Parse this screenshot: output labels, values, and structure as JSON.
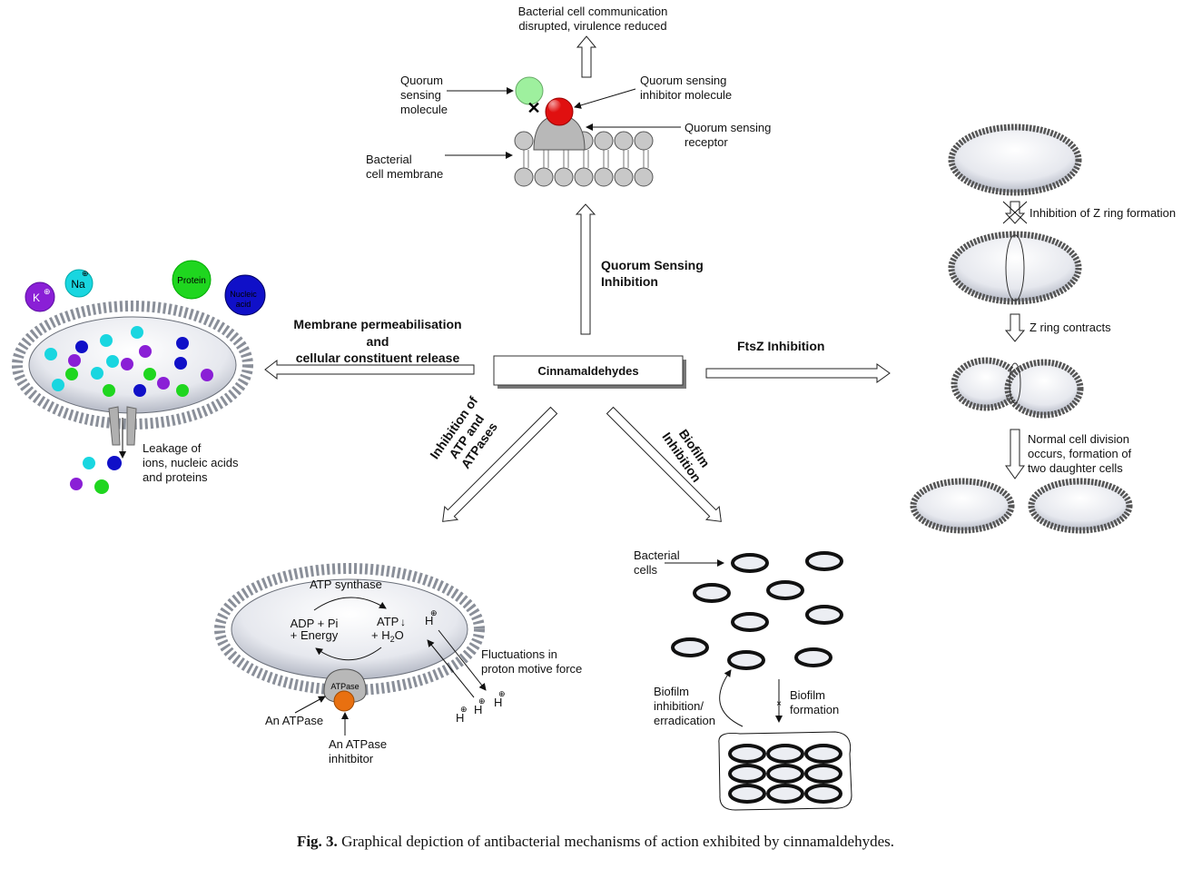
{
  "center": {
    "label": "Cinnamaldehydes"
  },
  "mechanisms": {
    "quorum": {
      "line1": "Quorum Sensing",
      "line2": "Inhibition"
    },
    "membrane": {
      "line1": "Membrane permeabilisation",
      "line2": "and",
      "line3": "cellular constituent release"
    },
    "ftsz": {
      "label": "FtsZ Inhibition"
    },
    "atp": {
      "line1": "Inhibition of",
      "line2": "ATP and",
      "line3": "ATPases"
    },
    "biofilm": {
      "line1": "Biofilm",
      "line2": "Inhibition"
    }
  },
  "quorum_panel": {
    "result_line1": "Bacterial cell communication",
    "result_line2": "disrupted, virulence reduced",
    "qs_molecule": [
      "Quorum",
      "sensing",
      "molecule"
    ],
    "inhibitor": [
      "Quorum sensing",
      "inhibitor molecule"
    ],
    "receptor": [
      "Quorum sensing",
      "receptor"
    ],
    "membrane": [
      "Bacterial",
      "cell membrane"
    ]
  },
  "membrane_panel": {
    "ions": {
      "k": "K",
      "na": "Na",
      "protein": "Protein",
      "nucleic": [
        "Nucleic",
        "acid"
      ]
    },
    "leakage": [
      "Leakage of",
      "ions, nucleic acids",
      "and proteins"
    ]
  },
  "ftsz_panel": {
    "step1": "Inhibition of Z ring formation",
    "step2": "Z ring contracts",
    "step3": [
      "Normal cell division",
      "occurs, formation of",
      "two daughter cells"
    ]
  },
  "atp_panel": {
    "synthase": "ATP synthase",
    "reactants": [
      "ADP + Pi",
      "+ Energy"
    ],
    "product_atp": "ATP",
    "product_water": "+ H",
    "water_sub": "2",
    "water_o": "O",
    "h": "H",
    "pmf": [
      "Fluctuations in",
      "proton motive force"
    ],
    "atpase_label": "ATPase",
    "an_atpase": "An ATPase",
    "inhibitor": [
      "An ATPase",
      "inhitbitor"
    ]
  },
  "biofilm_panel": {
    "cells": [
      "Bacterial",
      "cells"
    ],
    "formation": [
      "Biofilm",
      "formation"
    ],
    "inhibition": [
      "Biofilm",
      "inhibition/",
      "erradication"
    ]
  },
  "caption": {
    "prefix": "Fig. 3.",
    "text": " Graphical depiction of antibacterial mechanisms of action exhibited by cinnamaldehydes."
  },
  "colors": {
    "potassium": "#8a1fd6",
    "sodium": "#19d6e0",
    "protein": "#1fd61f",
    "nucleic": "#1010c8",
    "qs_molecule": "#9ef09e",
    "inhibitor": "#e01010",
    "atpase_inhibitor": "#e87010",
    "receptor": "#b8b8b8",
    "membrane_bead": "#c8c8c8"
  }
}
